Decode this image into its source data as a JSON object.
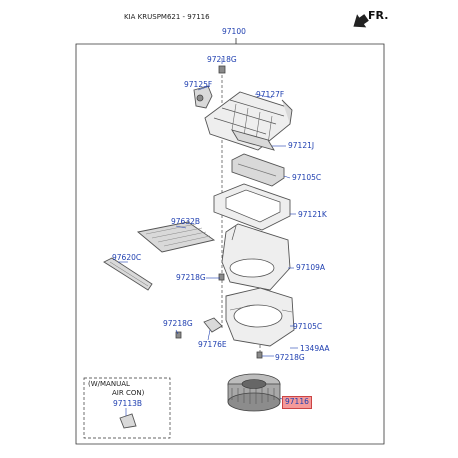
{
  "header": {
    "title": "KIA KRUSPM621 - 97116"
  },
  "direction": {
    "label": "FR."
  },
  "assembly": {
    "label": "97100"
  },
  "parts": {
    "p97218g_top": "97218G",
    "p97125f": "97125F",
    "p97127f": "97127F",
    "p97121j": "97121J",
    "p97105c_upper": "97105C",
    "p97121k": "97121K",
    "p97632b": "97632B",
    "p97620c": "97620C",
    "p97109a": "97109A",
    "p97218g_mid": "97218G",
    "p97218g_left": "97218G",
    "p97105c_lower": "97105C",
    "p97176e": "97176E",
    "p1349aa": "1349AA",
    "p97218g_bottom": "97218G",
    "p97116": "97116",
    "p97113b": "97113B"
  },
  "inset": {
    "line1": "(W/MANUAL",
    "line2": "AIR CON)"
  },
  "colors": {
    "label": "#1f3fb0",
    "highlight": "#f49a9a"
  }
}
